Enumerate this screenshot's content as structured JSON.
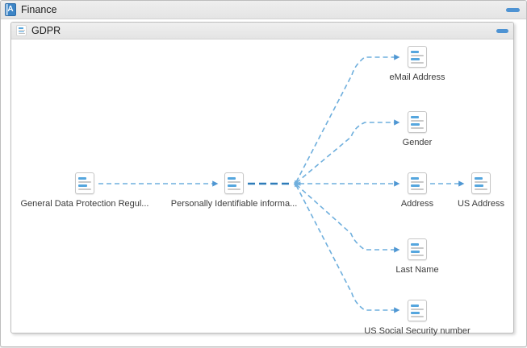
{
  "panels": {
    "outer": {
      "title": "Finance",
      "icon_letter": "A",
      "minimize_icon": "dash"
    },
    "inner": {
      "title": "GDPR",
      "minimize_icon": "dash"
    }
  },
  "diagram": {
    "nodes": [
      {
        "id": "gdpr-regulation",
        "label": "General Data Protection Regul..."
      },
      {
        "id": "pii",
        "label": "Personally Identifiable informa..."
      },
      {
        "id": "email-address",
        "label": "eMail Address"
      },
      {
        "id": "gender",
        "label": "Gender"
      },
      {
        "id": "address",
        "label": "Address"
      },
      {
        "id": "us-address",
        "label": "US Address"
      },
      {
        "id": "last-name",
        "label": "Last Name"
      },
      {
        "id": "us-ssn",
        "label": "US Social Security number"
      }
    ],
    "edges": [
      {
        "from": "gdpr-regulation",
        "to": "pii"
      },
      {
        "from": "pii",
        "to": "email-address"
      },
      {
        "from": "pii",
        "to": "gender"
      },
      {
        "from": "pii",
        "to": "address"
      },
      {
        "from": "pii",
        "to": "last-name"
      },
      {
        "from": "pii",
        "to": "us-ssn"
      },
      {
        "from": "address",
        "to": "us-address"
      }
    ]
  },
  "colors": {
    "edge_light": "#6fafdd",
    "edge_trunk": "#2e7cb9",
    "arrowhead": "#4f97d3",
    "icon_bar_blue": "#55a6de",
    "minimize_blue": "#4e93d3",
    "header_bg": "#e9e9e9"
  }
}
